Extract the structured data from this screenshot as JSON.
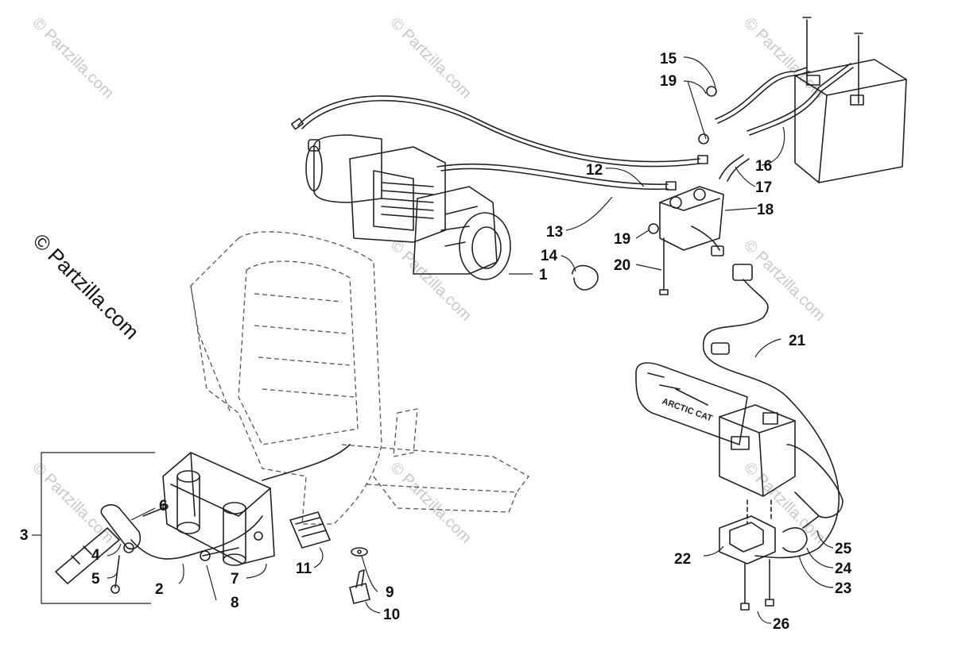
{
  "watermark": {
    "text": "© Partzilla.com"
  },
  "copyright": {
    "text": "© Partzilla.com"
  },
  "grip_text": {
    "brand": "ARCTIC CAT"
  },
  "callouts": [
    {
      "label": "1"
    },
    {
      "label": "2"
    },
    {
      "label": "3"
    },
    {
      "label": "4"
    },
    {
      "label": "5"
    },
    {
      "label": "6"
    },
    {
      "label": "7"
    },
    {
      "label": "8"
    },
    {
      "label": "9"
    },
    {
      "label": "10"
    },
    {
      "label": "11"
    },
    {
      "label": "12"
    },
    {
      "label": "13"
    },
    {
      "label": "14"
    },
    {
      "label": "15"
    },
    {
      "label": "16"
    },
    {
      "label": "17"
    },
    {
      "label": "18"
    },
    {
      "label": "19"
    },
    {
      "label": "19"
    },
    {
      "label": "20"
    },
    {
      "label": "21"
    },
    {
      "label": "22"
    },
    {
      "label": "23"
    },
    {
      "label": "24"
    },
    {
      "label": "25"
    },
    {
      "label": "26"
    }
  ]
}
